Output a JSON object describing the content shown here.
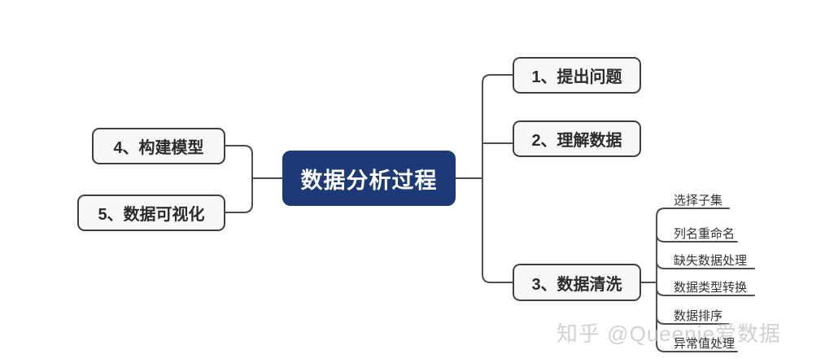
{
  "map": {
    "center": {
      "label": "数据分析过程"
    },
    "left_nodes": [
      {
        "label": "4、构建模型"
      },
      {
        "label": "5、数据可视化"
      }
    ],
    "right_nodes": [
      {
        "label": "1、提出问题"
      },
      {
        "label": "2、理解数据"
      },
      {
        "label": "3、数据清洗"
      }
    ],
    "sub_nodes": [
      {
        "label": "选择子集"
      },
      {
        "label": "列名重命名"
      },
      {
        "label": "缺失数据处理"
      },
      {
        "label": "数据类型转换"
      },
      {
        "label": "数据排序"
      },
      {
        "label": "异常值处理"
      }
    ],
    "watermark": "知乎 @Queenie爱数据",
    "colors": {
      "center_bg": "#1e3a76",
      "center_text": "#ffffff",
      "node_bg": "#f8f8f8",
      "node_border": "#3f3f3f",
      "node_text": "#2b2b2b",
      "connector": "#4d4d4d",
      "watermark_text": "#c9c9c9",
      "background": "#ffffff"
    }
  }
}
